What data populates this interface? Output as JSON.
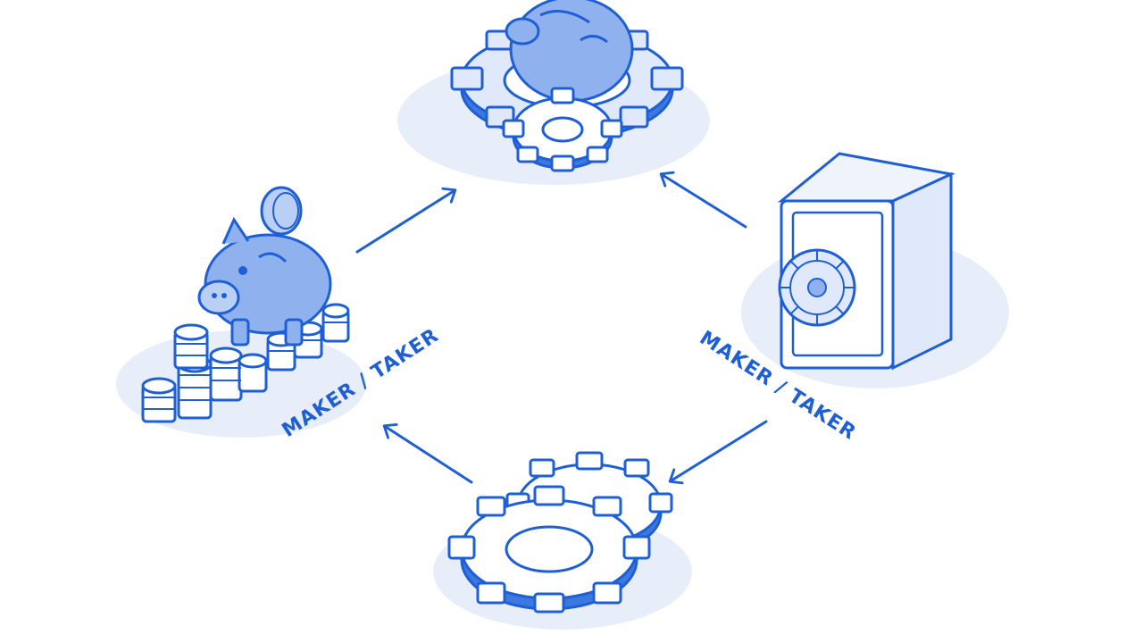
{
  "labels": {
    "left": "MAKER / TAKER",
    "right": "MAKER / TAKER"
  },
  "nodes": [
    {
      "name": "piggy-bank-coins",
      "icon": "piggy-bank-icon"
    },
    {
      "name": "piggy-on-gears",
      "icon": "piggy-gear-icon"
    },
    {
      "name": "vault-safe",
      "icon": "safe-icon"
    },
    {
      "name": "gears",
      "icon": "gear-icon"
    }
  ],
  "colors": {
    "stroke": "#1f5fd6",
    "fill": "#8fb2ee",
    "fill_light": "#dfe9fb",
    "shadow": "#e6edf8"
  }
}
